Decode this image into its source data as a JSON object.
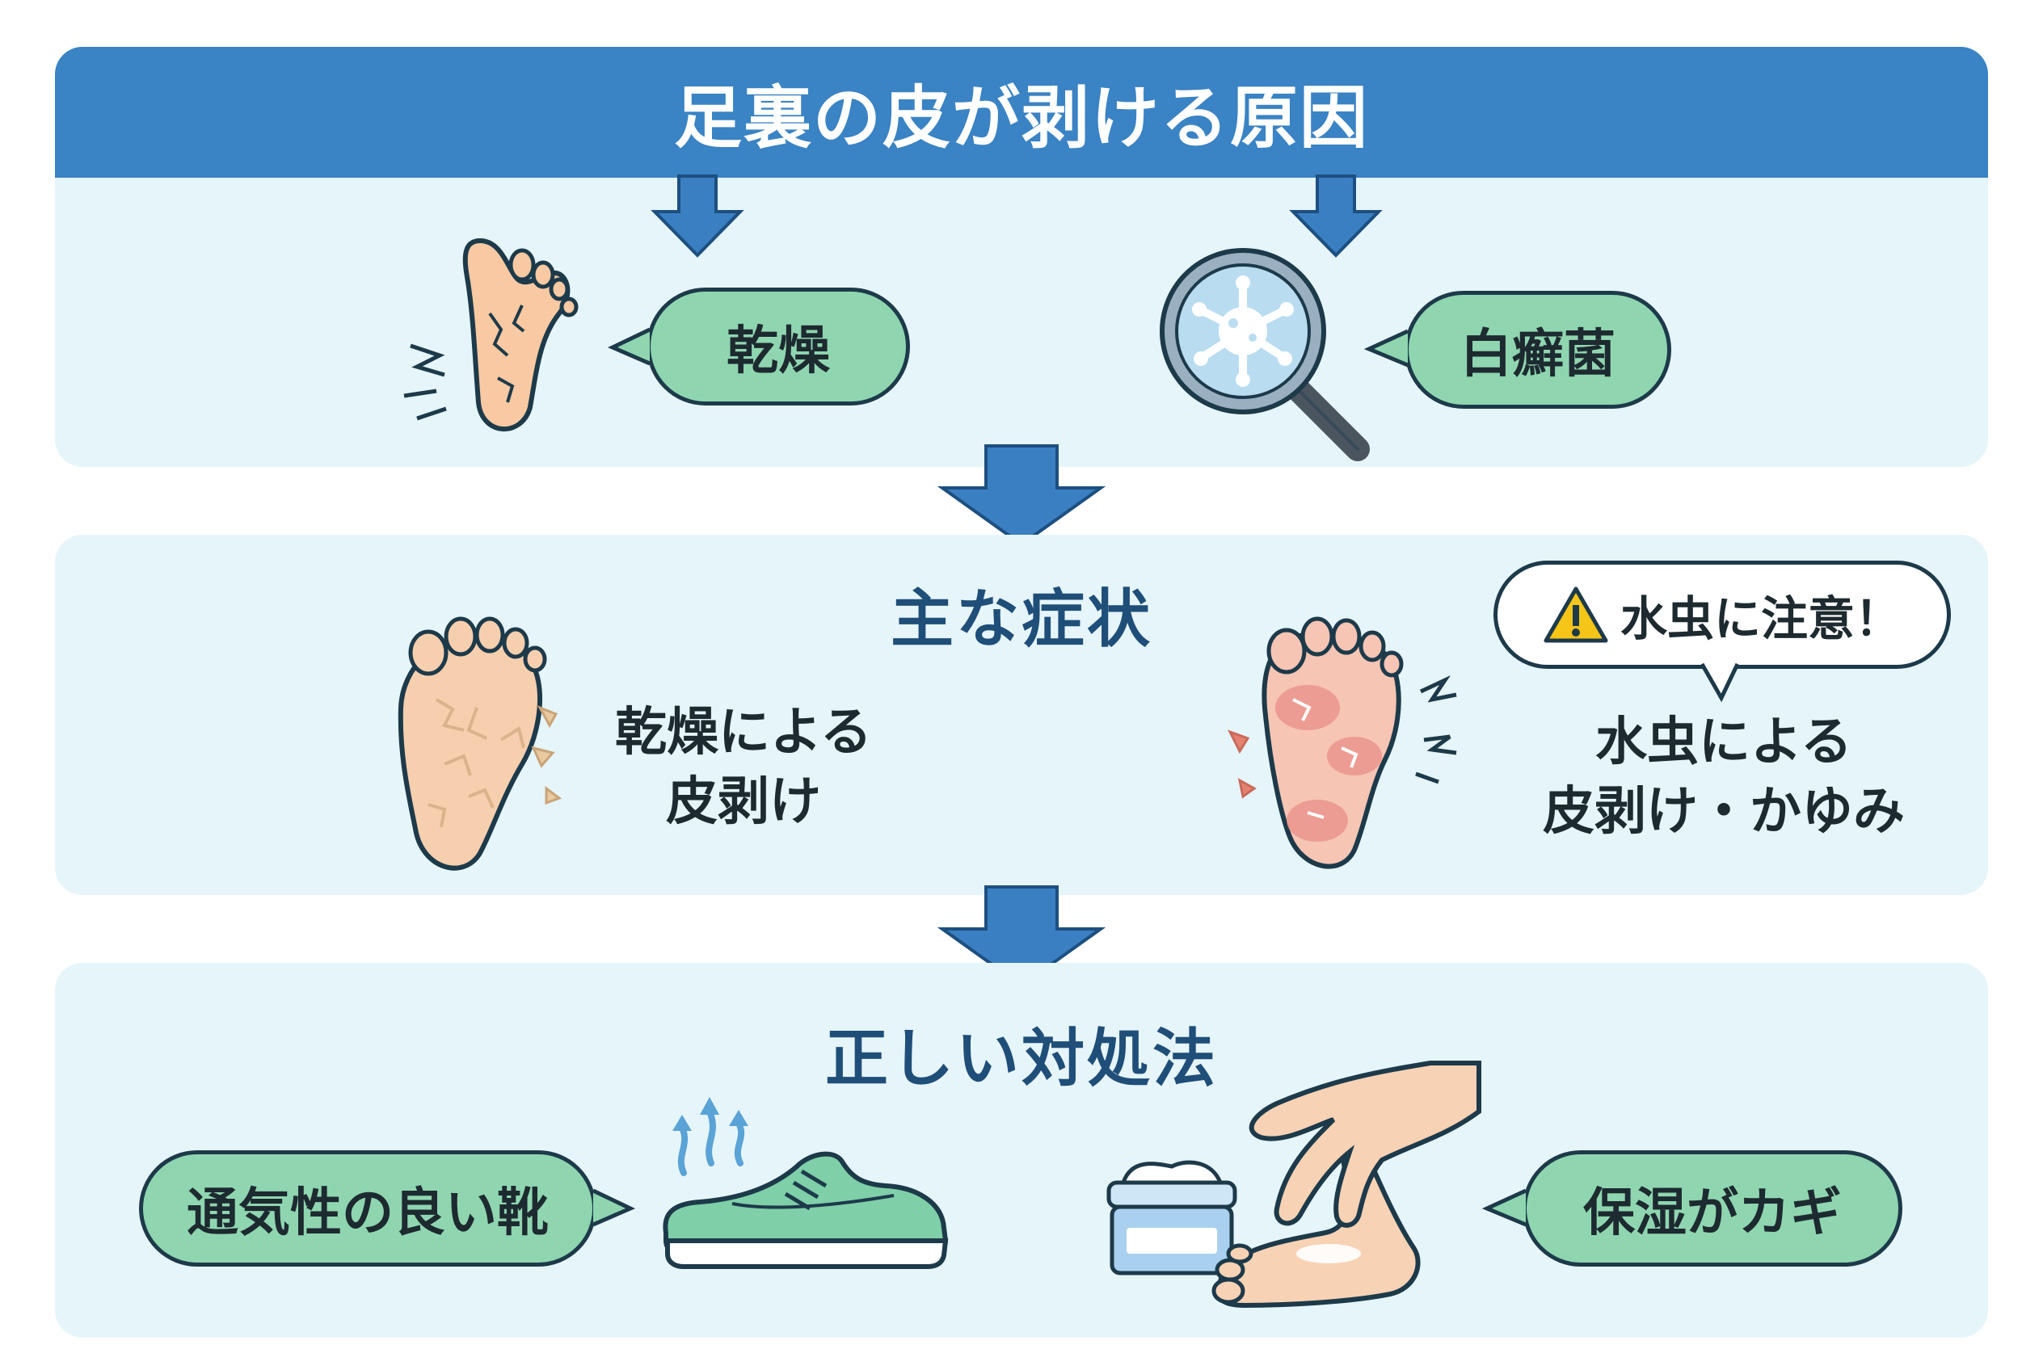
{
  "title": "足裏の皮が剥ける原因",
  "causes": {
    "dryness": "乾燥",
    "fungus": "白癬菌"
  },
  "symptoms": {
    "heading": "主な症状",
    "dry_label_line1": "乾燥による",
    "dry_label_line2": "皮剥け",
    "warning": "水虫に注意！",
    "athlete_label_line1": "水虫による",
    "athlete_label_line2": "皮剥け・かゆみ"
  },
  "remedies": {
    "heading": "正しい対処法",
    "shoes": "通気性の良い靴",
    "moisture": "保湿がカギ"
  },
  "colors": {
    "title_bar": "#3a83c4",
    "panel_bg": "#e6f5f9",
    "pill_green": "#8fd6b0",
    "arrow_blue": "#3a7fc1",
    "heading_text": "#1f4e79",
    "outline": "#1d3a4a"
  },
  "icons": [
    "dry-foot-icon",
    "magnifier-fungus-icon",
    "peeling-foot-icon",
    "athletes-foot-icon",
    "warning-icon",
    "sneaker-icon",
    "cream-jar-icon",
    "hand-applying-cream-icon"
  ]
}
